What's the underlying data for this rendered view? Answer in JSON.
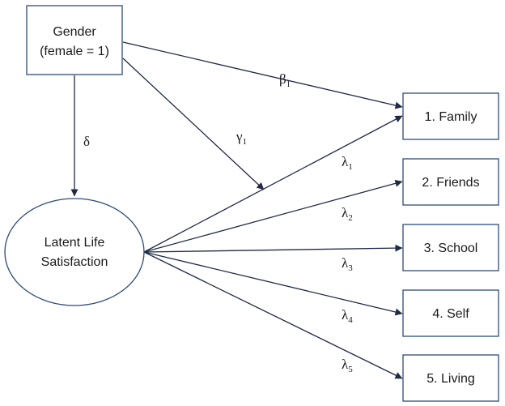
{
  "gender": {
    "line1": "Gender",
    "line2": "(female = 1)"
  },
  "latent": {
    "line1": "Latent Life",
    "line2": "Satisfaction"
  },
  "indicators": [
    {
      "label": "1. Family"
    },
    {
      "label": "2. Friends"
    },
    {
      "label": "3. School"
    },
    {
      "label": "4. Self"
    },
    {
      "label": "5. Living"
    }
  ],
  "paths": {
    "delta": {
      "symbol": "δ"
    },
    "beta": {
      "symbol": "β",
      "sub": "1"
    },
    "gamma": {
      "symbol": "γ",
      "sub": "1"
    },
    "lambdas": [
      {
        "symbol": "λ",
        "sub": "1"
      },
      {
        "symbol": "λ",
        "sub": "2"
      },
      {
        "symbol": "λ",
        "sub": "3"
      },
      {
        "symbol": "λ",
        "sub": "4"
      },
      {
        "symbol": "λ",
        "sub": "5"
      }
    ]
  }
}
